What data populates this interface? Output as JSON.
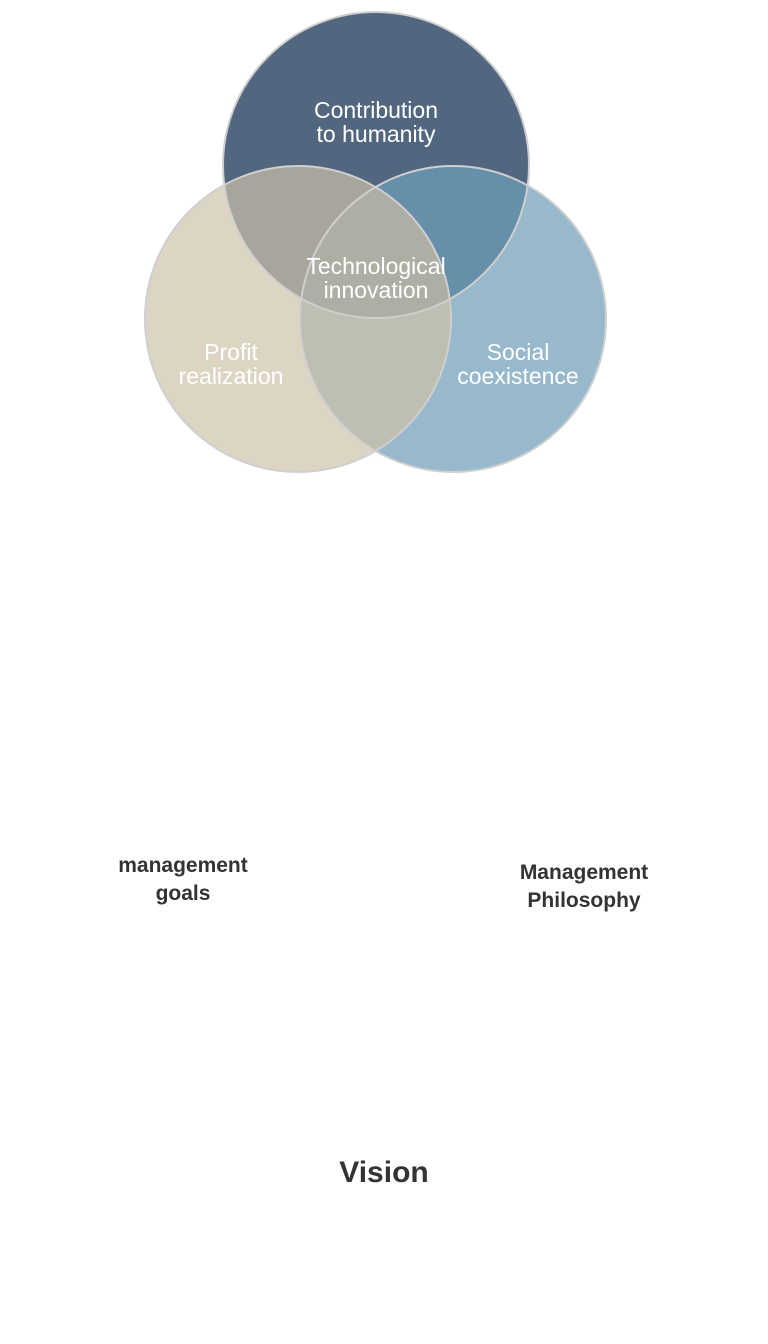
{
  "venn": {
    "circles": [
      {
        "id": "top",
        "lines": [
          "Contribution",
          "to humanity"
        ],
        "color": "#52677f"
      },
      {
        "id": "left",
        "lines": [
          "Profit",
          "realization"
        ],
        "color": "#ddd5c4"
      },
      {
        "id": "right",
        "lines": [
          "Social",
          "coexistence"
        ],
        "color": "#98b8cc"
      }
    ],
    "center": {
      "lines": [
        "Technological",
        "innovation"
      ]
    },
    "overlap_colors": {
      "top_left": "#a8a69c",
      "top_right": "#668fa9",
      "left_right": "#bdbfb3",
      "all": "#adafa5"
    }
  },
  "labels": {
    "management_goals": [
      "management",
      "goals"
    ],
    "management_philosophy": [
      "Management",
      "Philosophy"
    ],
    "vision": "Vision"
  }
}
